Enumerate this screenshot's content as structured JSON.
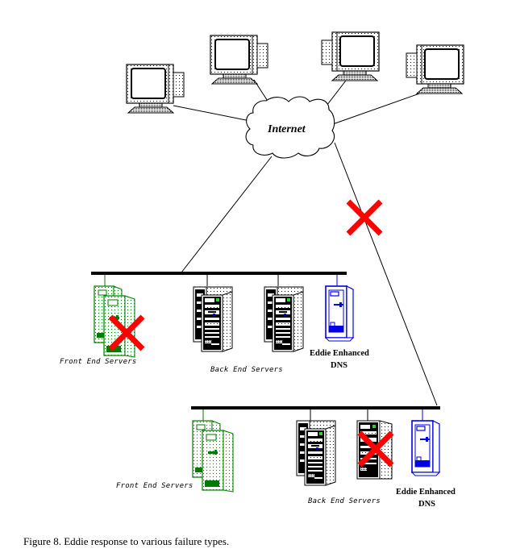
{
  "figure": {
    "caption": "Figure 8. Eddie response to various failure types.",
    "cloud_label": "Internet",
    "colors": {
      "front_end": "#007a00",
      "dns": "#0000e6",
      "failure_mark": "#ff0000",
      "line": "#000000"
    },
    "clients": [
      {
        "name": "client-1",
        "icon": "monitor-icon"
      },
      {
        "name": "client-2",
        "icon": "monitor-icon"
      },
      {
        "name": "client-3",
        "icon": "monitor-icon"
      },
      {
        "name": "client-4",
        "icon": "monitor-icon"
      }
    ],
    "sites": [
      {
        "name": "site-1",
        "front_end_label": "Front End Servers",
        "back_end_label": "Back End Servers",
        "dns_label_line1": "Eddie Enhanced",
        "dns_label_line2": "DNS",
        "failures": [
          "front-end-server"
        ]
      },
      {
        "name": "site-2",
        "front_end_label": "Front End Servers",
        "back_end_label": "Back End Servers",
        "dns_label_line1": "Eddie Enhanced",
        "dns_label_line2": "DNS",
        "failures": [
          "back-end-server",
          "internet-link"
        ]
      }
    ]
  }
}
